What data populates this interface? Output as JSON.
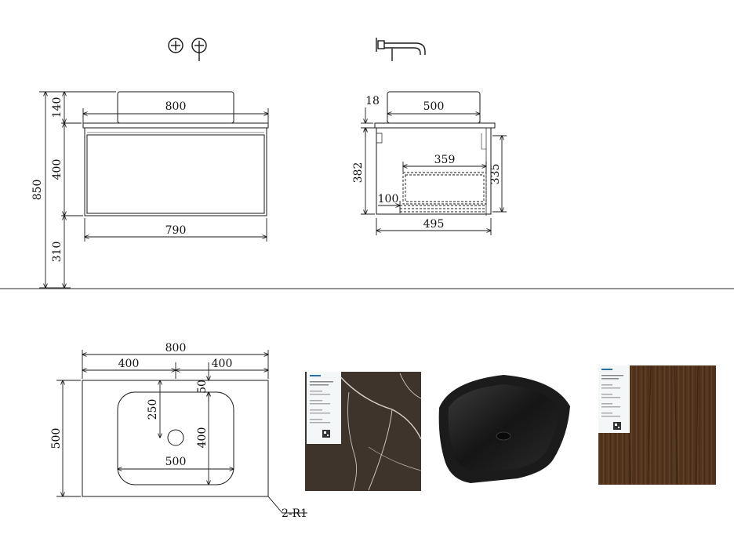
{
  "front_view": {
    "dims": {
      "basin_height": "140",
      "overall_height": "850",
      "cabinet_height": "400",
      "base_height": "310",
      "top_width": "800",
      "cabinet_width": "790"
    }
  },
  "side_view": {
    "dims": {
      "top_thickness": "18",
      "basin_depth": "500",
      "drawer_depth": "359",
      "cabinet_height": "382",
      "drawer_height": "335",
      "drawer_offset": "100",
      "cabinet_depth": "495"
    }
  },
  "top_view": {
    "dims": {
      "total_width": "800",
      "half_left": "400",
      "half_right": "400",
      "depth": "500",
      "drain_offset": "250",
      "edge_offset": "50",
      "basin_depth": "400",
      "basin_width": "500",
      "corner_radius": "2-R1"
    }
  },
  "colors": {
    "line": "#1a1a1a",
    "marble": "#3f342c",
    "basin": "#1b1b1b",
    "wood": "#5b3a22",
    "label_card": "#f4f7f8",
    "label_accent": "#2a6e9e"
  },
  "icons": [
    "faucet-handles-icon",
    "wall-spout-icon"
  ]
}
